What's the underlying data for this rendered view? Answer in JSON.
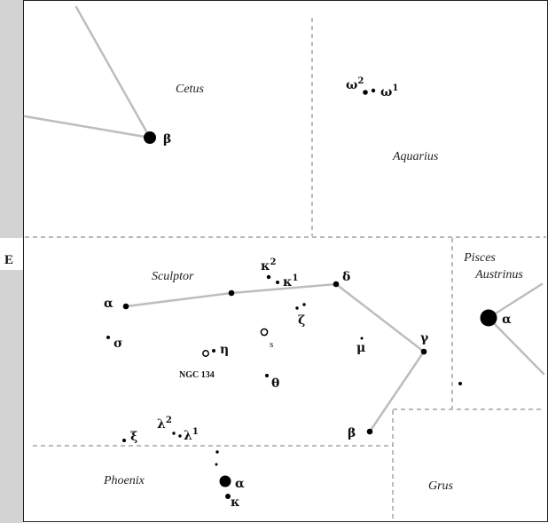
{
  "direction_label": "E",
  "constellations": {
    "cetus": "Cetus",
    "aquarius": "Aquarius",
    "sculptor": "Sculptor",
    "pisces_austrinus_1": "Pisces",
    "pisces_austrinus_2": "Austrinus",
    "phoenix": "Phoenix",
    "grus": "Grus"
  },
  "stars": {
    "cetus_beta": {
      "letter": "β",
      "sup": ""
    },
    "aqr_omega2": {
      "letter": "ω",
      "sup": "2"
    },
    "aqr_omega1": {
      "letter": "ω",
      "sup": "1"
    },
    "scl_alpha": {
      "letter": "α",
      "sup": ""
    },
    "scl_kappa2": {
      "letter": "κ",
      "sup": "2"
    },
    "scl_kappa1": {
      "letter": "κ",
      "sup": "1"
    },
    "scl_delta": {
      "letter": "δ",
      "sup": ""
    },
    "scl_zeta": {
      "letter": "ζ",
      "sup": ""
    },
    "scl_sigma": {
      "letter": "σ",
      "sup": ""
    },
    "scl_eta": {
      "letter": "η",
      "sup": ""
    },
    "scl_s": {
      "letter": "s",
      "sup": ""
    },
    "scl_mu": {
      "letter": "μ",
      "sup": ""
    },
    "scl_gamma": {
      "letter": "γ",
      "sup": ""
    },
    "scl_theta": {
      "letter": "θ",
      "sup": ""
    },
    "scl_beta": {
      "letter": "β",
      "sup": ""
    },
    "scl_xi": {
      "letter": "ξ",
      "sup": ""
    },
    "phe_lambda2": {
      "letter": "λ",
      "sup": "2"
    },
    "phe_lambda1": {
      "letter": "λ",
      "sup": "1"
    },
    "phe_alpha": {
      "letter": "α",
      "sup": ""
    },
    "phe_kappa": {
      "letter": "κ",
      "sup": ""
    },
    "psa_alpha": {
      "letter": "α",
      "sup": ""
    }
  },
  "deep_sky": {
    "ngc134": "NGC 134"
  }
}
